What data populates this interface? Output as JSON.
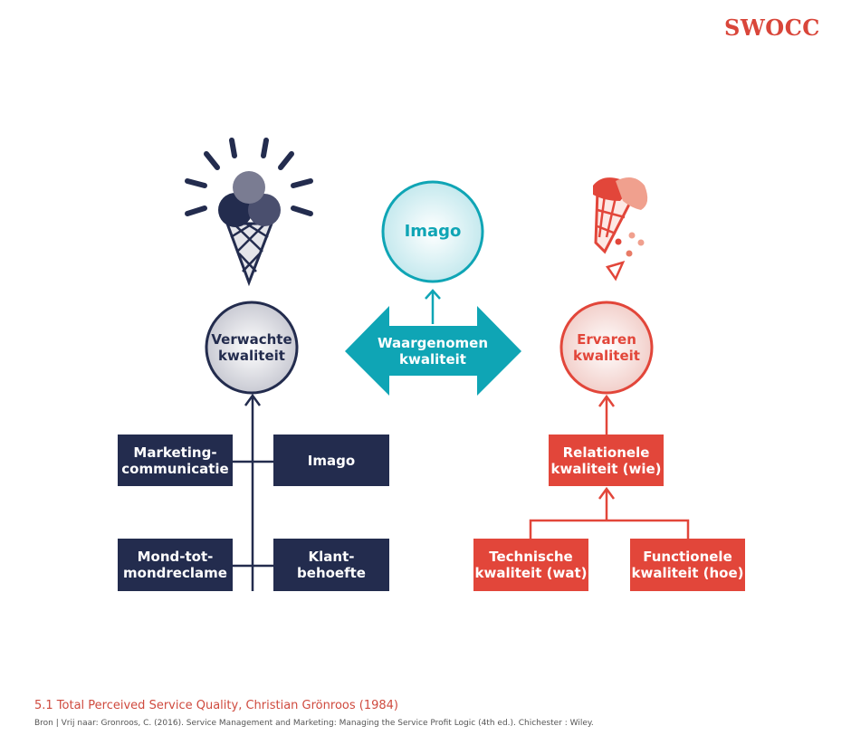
{
  "logo": "SWOCC",
  "colors": {
    "navy": "#232c4e",
    "teal": "#0fa5b5",
    "red": "#e2463a"
  },
  "nodes": {
    "verwacht": "Verwachte\nkwaliteit",
    "imago_circle": "Imago",
    "waargenomen": "Waargenomen\nkwaliteit",
    "ervaren": "Ervaren\nkwaliteit",
    "marketing": "Marketing-\ncommunicatie",
    "imago_box": "Imago",
    "mond": "Mond-tot-\nmondreclame",
    "klant": "Klant-\nbehoefte",
    "relationele": "Relationele\nkwaliteit (wie)",
    "technische": "Technische\nkwaliteit (wat)",
    "functionele": "Functionele\nkwaliteit (hoe)"
  },
  "caption": "5.1 Total Perceived Service Quality, Christian Grönroos (1984)",
  "source": "Bron | Vrij naar: Gronroos, C. (2016). Service Management and Marketing: Managing the Service Profit Logic (4th ed.). Chichester : Wiley."
}
